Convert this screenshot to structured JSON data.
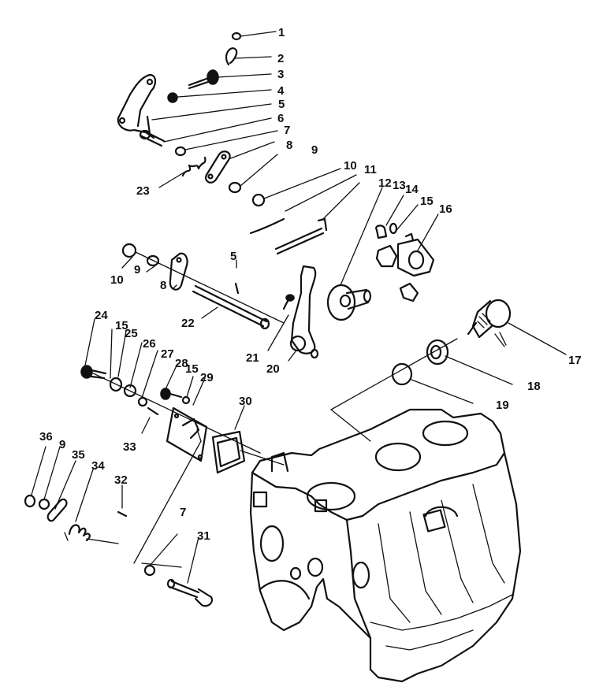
{
  "diagram": {
    "callouts": [
      {
        "id": "c1",
        "text": "1"
      },
      {
        "id": "c2",
        "text": "2"
      },
      {
        "id": "c3",
        "text": "3"
      },
      {
        "id": "c4",
        "text": "4"
      },
      {
        "id": "c5a",
        "text": "5"
      },
      {
        "id": "c6",
        "text": "6"
      },
      {
        "id": "c7a",
        "text": "7"
      },
      {
        "id": "c8a",
        "text": "8"
      },
      {
        "id": "c9a",
        "text": "9"
      },
      {
        "id": "c10a",
        "text": "10"
      },
      {
        "id": "c11",
        "text": "11"
      },
      {
        "id": "c12",
        "text": "12"
      },
      {
        "id": "c13",
        "text": "13"
      },
      {
        "id": "c14",
        "text": "14"
      },
      {
        "id": "c15a",
        "text": "15"
      },
      {
        "id": "c16",
        "text": "16"
      },
      {
        "id": "c17",
        "text": "17"
      },
      {
        "id": "c18",
        "text": "18"
      },
      {
        "id": "c19",
        "text": "19"
      },
      {
        "id": "c20",
        "text": "20"
      },
      {
        "id": "c21",
        "text": "21"
      },
      {
        "id": "c22",
        "text": "22"
      },
      {
        "id": "c23",
        "text": "23"
      },
      {
        "id": "c24",
        "text": "24"
      },
      {
        "id": "c15b",
        "text": "15"
      },
      {
        "id": "c25",
        "text": "25"
      },
      {
        "id": "c26",
        "text": "26"
      },
      {
        "id": "c27",
        "text": "27"
      },
      {
        "id": "c28",
        "text": "28"
      },
      {
        "id": "c15c",
        "text": "15"
      },
      {
        "id": "c29",
        "text": "29"
      },
      {
        "id": "c30",
        "text": "30"
      },
      {
        "id": "c31",
        "text": "31"
      },
      {
        "id": "c32",
        "text": "32"
      },
      {
        "id": "c33",
        "text": "33"
      },
      {
        "id": "c34",
        "text": "34"
      },
      {
        "id": "c35",
        "text": "35"
      },
      {
        "id": "c36",
        "text": "36"
      },
      {
        "id": "c9b",
        "text": "9"
      },
      {
        "id": "c10b",
        "text": "10"
      },
      {
        "id": "c9c",
        "text": "9"
      },
      {
        "id": "c8b",
        "text": "8"
      },
      {
        "id": "c5b",
        "text": "5"
      },
      {
        "id": "c7b",
        "text": "7"
      }
    ]
  }
}
